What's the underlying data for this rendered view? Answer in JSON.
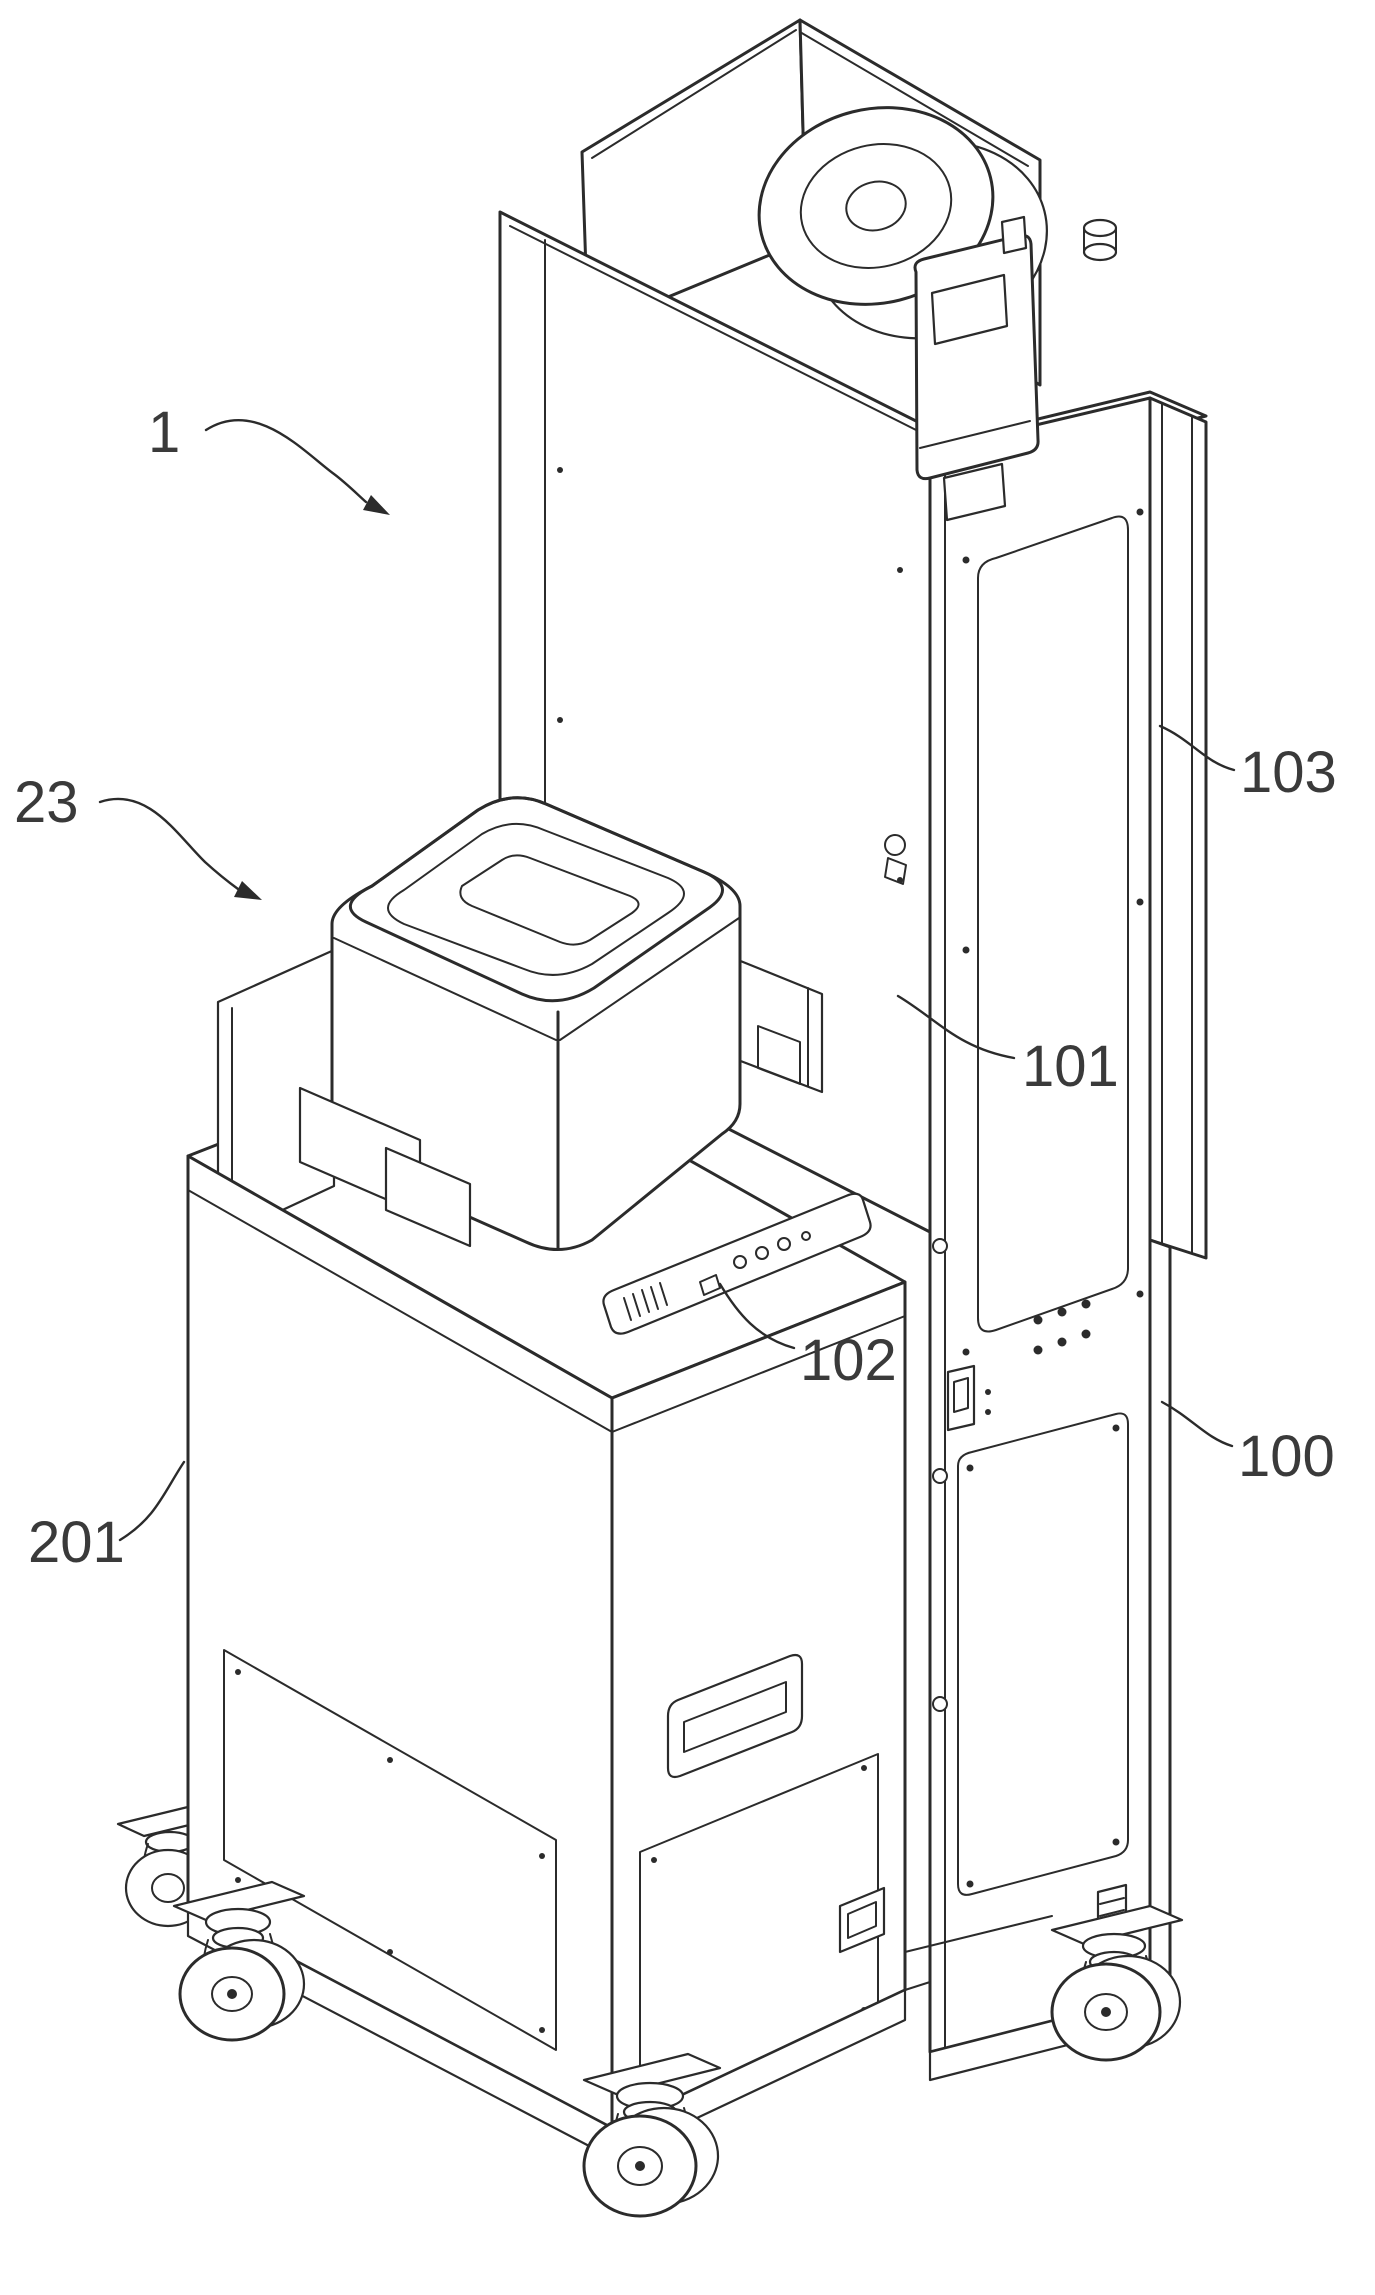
{
  "figure": {
    "type": "patent-line-drawing",
    "background_color": "#ffffff",
    "line_color": "#2b2b2b",
    "label_color": "#3a3a3a",
    "labels": [
      {
        "ref": "1"
      },
      {
        "ref": "23"
      },
      {
        "ref": "103"
      },
      {
        "ref": "101"
      },
      {
        "ref": "102"
      },
      {
        "ref": "100"
      },
      {
        "ref": "201"
      }
    ]
  }
}
